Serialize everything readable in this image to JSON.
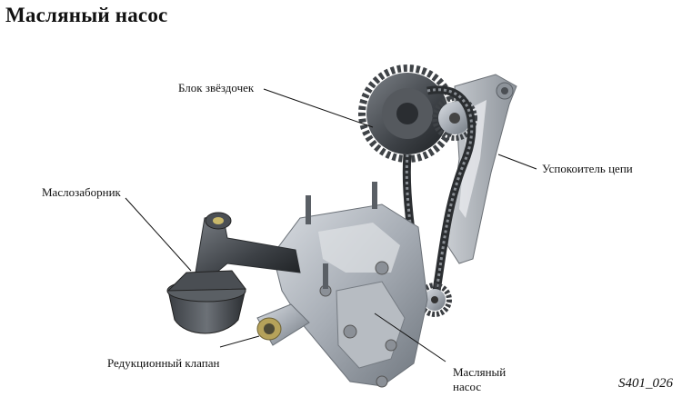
{
  "title": "Масляный насос",
  "labels": {
    "sprocket_block": "Блок звёздочек",
    "oil_intake": "Маслозаборник",
    "chain_tensioner": "Успокоитель цепи",
    "reducing_valve": "Редукционный клапан",
    "oil_pump_line1": "Масляный",
    "oil_pump_line2": "насос"
  },
  "figure_code": "S401_026"
}
